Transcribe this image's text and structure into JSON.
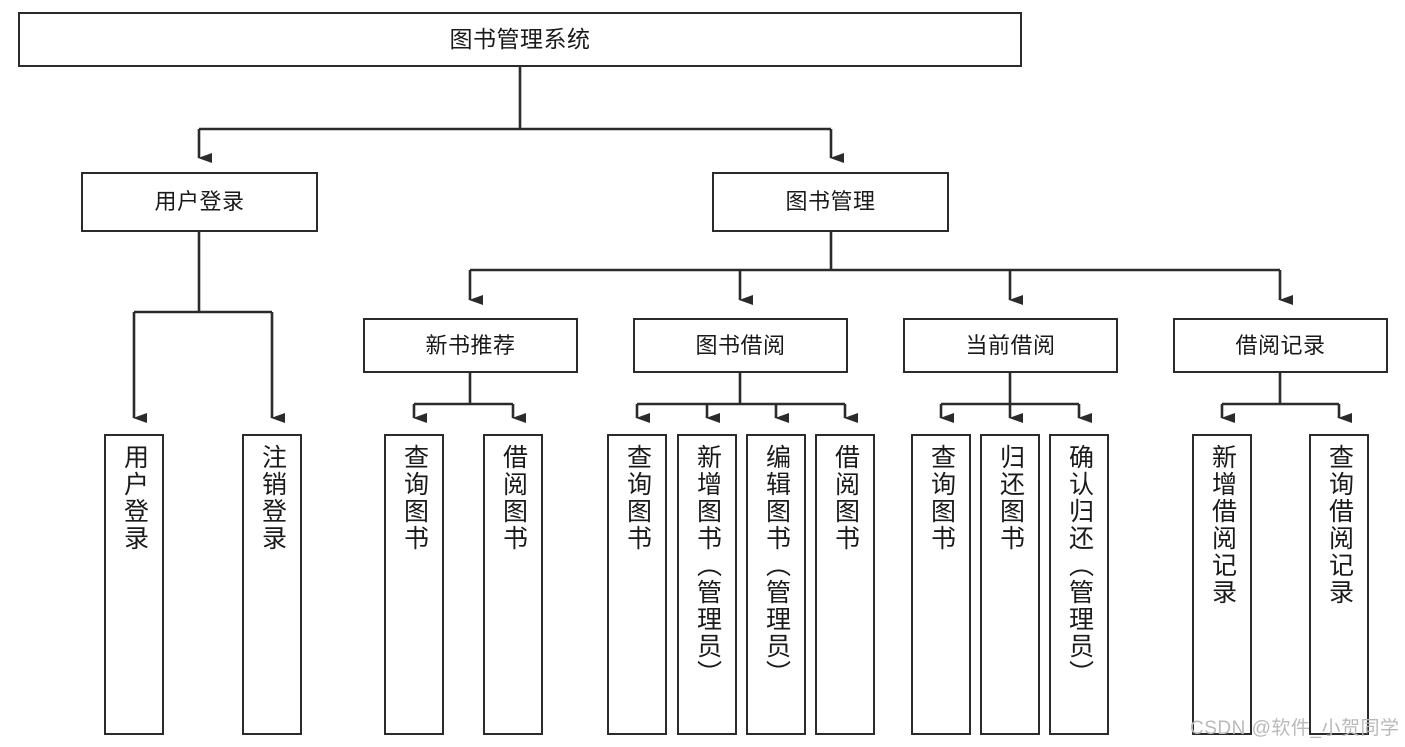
{
  "diagram": {
    "type": "tree",
    "title": "图书管理系统",
    "background_color": "#ffffff",
    "line_color": "#2b2b2b",
    "text_color": "#1a1a1a",
    "levels": 4,
    "root": {
      "id": "root",
      "label": "图书管理系统",
      "orientation": "horizontal"
    },
    "level2": [
      {
        "id": "user-login",
        "label": "用户登录",
        "orientation": "horizontal"
      },
      {
        "id": "book-manage",
        "label": "图书管理",
        "orientation": "horizontal"
      }
    ],
    "level3": [
      {
        "id": "new-book-recommend",
        "label": "新书推荐",
        "orientation": "horizontal",
        "parent": "book-manage"
      },
      {
        "id": "book-borrow",
        "label": "图书借阅",
        "orientation": "horizontal",
        "parent": "book-manage"
      },
      {
        "id": "current-borrow",
        "label": "当前借阅",
        "orientation": "horizontal",
        "parent": "book-manage"
      },
      {
        "id": "borrow-record",
        "label": "借阅记录",
        "orientation": "horizontal",
        "parent": "book-manage"
      }
    ],
    "leaves": [
      {
        "id": "leaf-user-login",
        "label": "用户登录",
        "parent": "user-login"
      },
      {
        "id": "leaf-user-logout",
        "label": "注销登录",
        "parent": "user-login"
      },
      {
        "id": "leaf-query-book-1",
        "label": "查询图书",
        "parent": "new-book-recommend"
      },
      {
        "id": "leaf-borrow-book-1",
        "label": "借阅图书",
        "parent": "new-book-recommend"
      },
      {
        "id": "leaf-query-book-2",
        "label": "查询图书",
        "parent": "book-borrow"
      },
      {
        "id": "leaf-add-book",
        "label": "新增图书（管理员）",
        "parent": "book-borrow"
      },
      {
        "id": "leaf-edit-book",
        "label": "编辑图书（管理员）",
        "parent": "book-borrow"
      },
      {
        "id": "leaf-borrow-book-2",
        "label": "借阅图书",
        "parent": "book-borrow"
      },
      {
        "id": "leaf-query-book-3",
        "label": "查询图书",
        "parent": "current-borrow"
      },
      {
        "id": "leaf-return-book",
        "label": "归还图书",
        "parent": "current-borrow"
      },
      {
        "id": "leaf-confirm-return",
        "label": "确认归还（管理员）",
        "parent": "current-borrow"
      },
      {
        "id": "leaf-add-record",
        "label": "新增借阅记录",
        "parent": "borrow-record"
      },
      {
        "id": "leaf-query-record",
        "label": "查询借阅记录",
        "parent": "borrow-record"
      }
    ]
  },
  "watermark": {
    "text": "CSDN @软件_小贺同学",
    "color": "#b9b9b9"
  }
}
